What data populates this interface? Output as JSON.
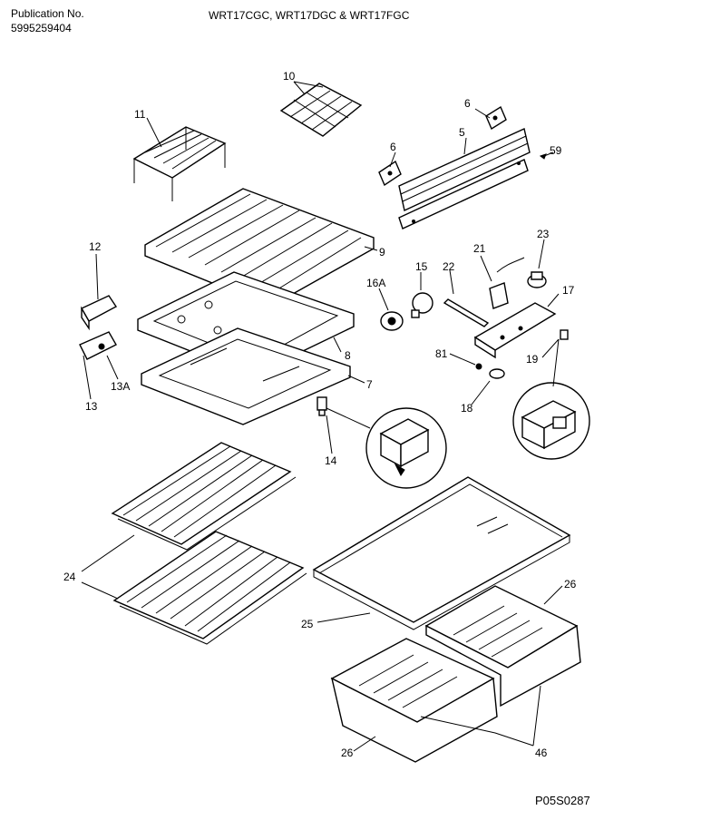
{
  "header": {
    "publication_label": "Publication No.",
    "publication_number": "5995259404",
    "models": "WRT17CGC, WRT17DGC & WRT17FGC"
  },
  "footer": {
    "drawing_code": "P05S0287"
  },
  "callouts": {
    "c10": "10",
    "c11": "11",
    "c6a": "6",
    "c6b": "6",
    "c5": "5",
    "c59": "59",
    "c9": "9",
    "c12": "12",
    "c21": "21",
    "c23": "23",
    "c22": "22",
    "c15": "15",
    "c16a": "16A",
    "c17": "17",
    "c8": "8",
    "c81": "81",
    "c19": "19",
    "c13a": "13A",
    "c13": "13",
    "c7": "7",
    "c18": "18",
    "c14": "14",
    "c24": "24",
    "c26a": "26",
    "c25": "25",
    "c26b": "26",
    "c46": "46"
  }
}
